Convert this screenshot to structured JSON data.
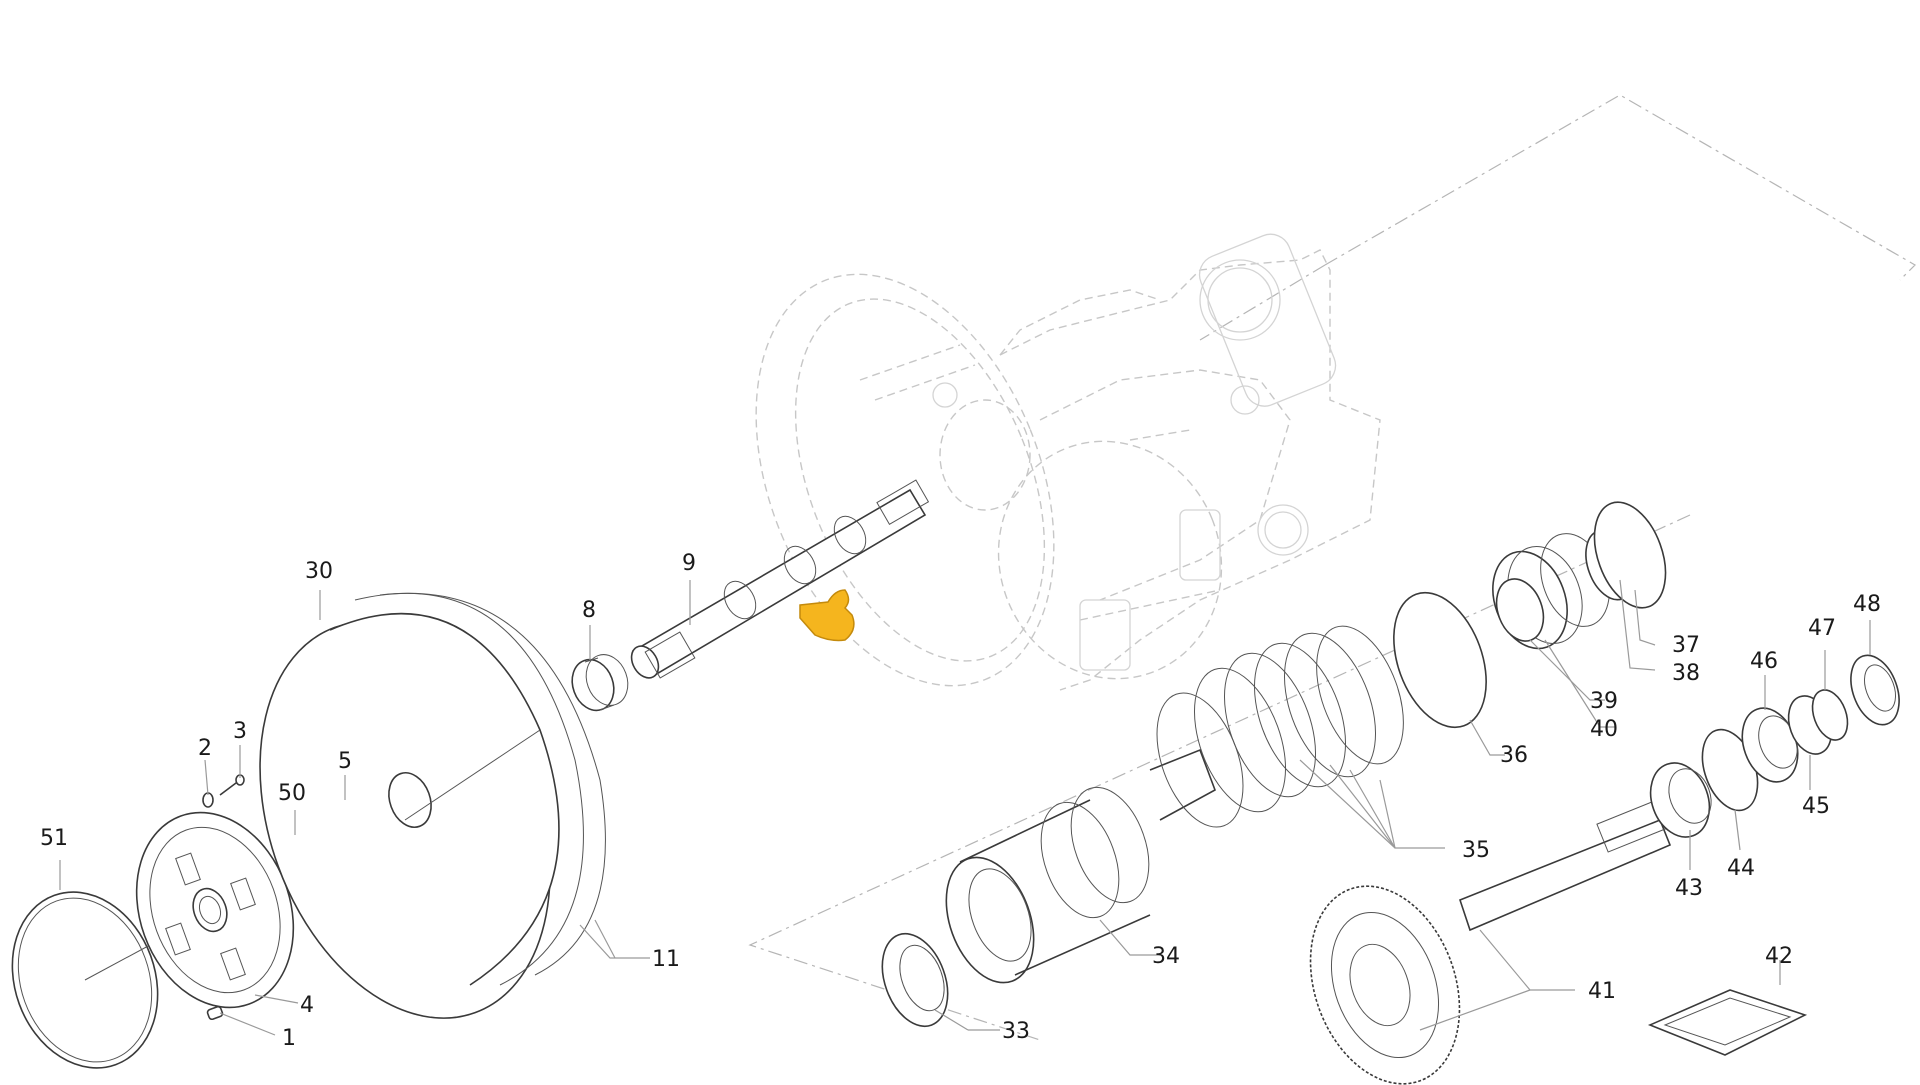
{
  "callouts": {
    "c1": "1",
    "c2": "2",
    "c3": "3",
    "c4": "4",
    "c5": "5",
    "c8": "8",
    "c9": "9",
    "c11": "11",
    "c30": "30",
    "c33": "33",
    "c34": "34",
    "c35": "35",
    "c36": "36",
    "c37": "37",
    "c38": "38",
    "c39": "39",
    "c40": "40",
    "c41": "41",
    "c42": "42",
    "c43": "43",
    "c44": "44",
    "c45": "45",
    "c46": "46",
    "c47": "47",
    "c48": "48",
    "c50": "50",
    "c51": "51"
  },
  "icons": {
    "pointer": "hand-pointing-right-icon"
  },
  "colors": {
    "line": "#3a3a3a",
    "ghost": "#c7c7c7",
    "pointer_fill": "#f5b51e"
  }
}
